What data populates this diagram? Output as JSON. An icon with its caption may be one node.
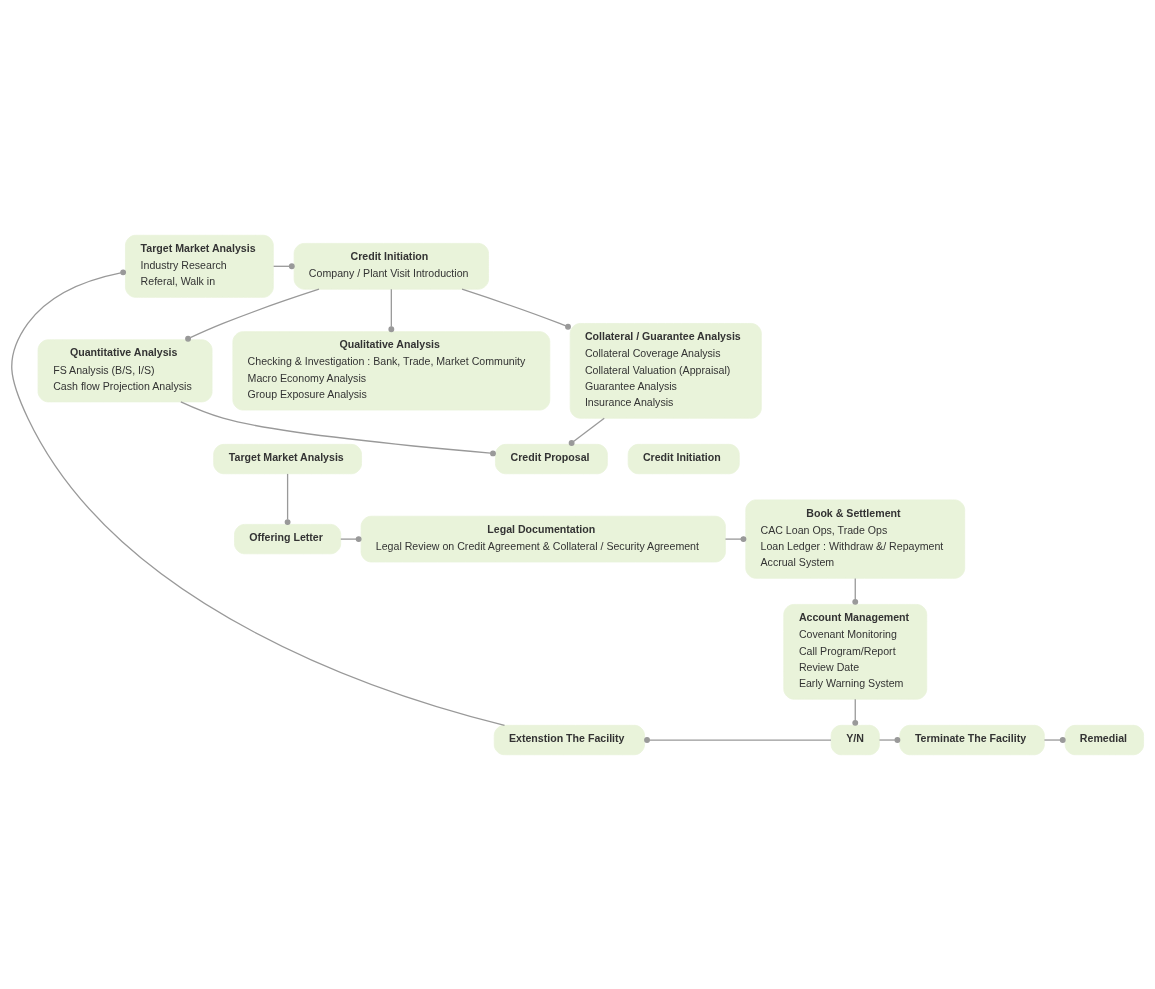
{
  "diagram": {
    "nodes": [
      {
        "text": [
          "Target Market Analysis",
          "Industry Research",
          "Referal, Walk in"
        ]
      },
      {
        "text": [
          "Credit Initiation",
          "Company / Plant Visit Introduction"
        ]
      },
      {
        "text": [
          "Quantitative Analysis",
          "FS Analysis (B/S, I/S)",
          "Cash flow Projection Analysis"
        ]
      },
      {
        "text": [
          "Qualitative Analysis",
          "Checking & Investigation : Bank, Trade, Market Community",
          "Macro Economy Analysis",
          "Group Exposure Analysis"
        ]
      },
      {
        "text": [
          "Collateral / Guarantee Analysis",
          "Collateral Coverage Analysis",
          "Collateral Valuation (Appraisal)",
          "Guarantee Analysis",
          "Insurance Analysis"
        ]
      },
      {
        "text": [
          "Credit Proposal"
        ]
      },
      {
        "text": [
          "Credit Initiation"
        ]
      },
      {
        "text": [
          "Target Market Analysis"
        ]
      },
      {
        "text": [
          "Offering Letter"
        ]
      },
      {
        "text": [
          "Legal Documentation",
          "Legal Review on Credit Agreement & Collateral / Security Agreement"
        ]
      },
      {
        "text": [
          "Book & Settlement",
          "CAC Loan Ops, Trade Ops",
          "Loan Ledger : Withdraw &/ Repayment",
          "Accrual System"
        ]
      },
      {
        "text": [
          "Account Management",
          "Covenant Monitoring",
          "Call Program/Report",
          "Review Date",
          "Early Warning System"
        ]
      },
      {
        "text": [
          "Y/N"
        ]
      },
      {
        "text": [
          "Extenstion The Facility"
        ]
      },
      {
        "text": [
          "Terminate The Facility"
        ]
      },
      {
        "text": [
          "Remedial"
        ]
      }
    ],
    "edges": [
      {
        "from": 13,
        "to": 0,
        "arrow": "other"
      },
      {
        "from": 0,
        "to": 1,
        "arrow": "other"
      },
      {
        "from": 1,
        "to": 2,
        "arrow": "other"
      },
      {
        "from": 1,
        "to": 3,
        "arrow": "other"
      },
      {
        "from": 1,
        "to": 4,
        "arrow": "other"
      },
      {
        "from": 2,
        "to": 5,
        "arrow": "other"
      },
      {
        "from": 4,
        "to": 5,
        "arrow": "other"
      },
      {
        "from": 7,
        "to": 8,
        "arrow": "other"
      },
      {
        "from": 8,
        "to": 9,
        "arrow": "other"
      },
      {
        "from": 9,
        "to": 10,
        "arrow": "other"
      },
      {
        "from": 10,
        "to": 11,
        "arrow": "other"
      },
      {
        "from": 11,
        "to": 12,
        "arrow": "other"
      },
      {
        "from": 12,
        "to": 13,
        "arrow": "other"
      },
      {
        "from": 12,
        "to": 14,
        "arrow": "other"
      },
      {
        "from": 14,
        "to": 15,
        "arrow": "other"
      }
    ]
  }
}
